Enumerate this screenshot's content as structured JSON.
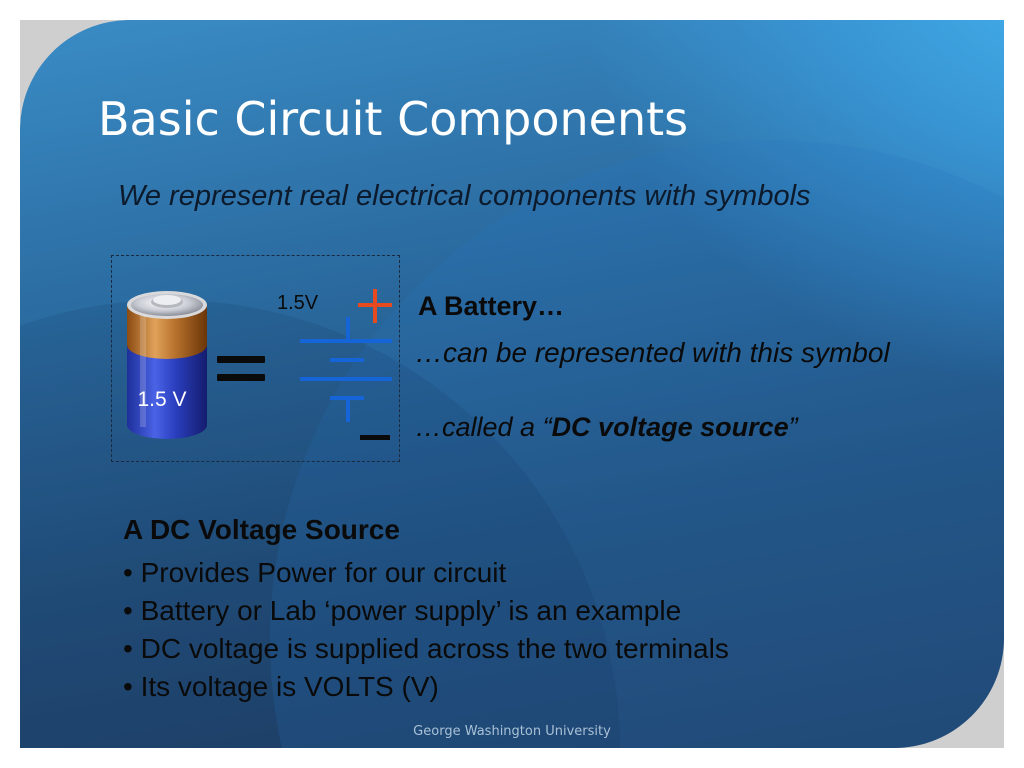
{
  "slide": {
    "title": "Basic Circuit Components",
    "subtitle": "We represent real electrical components with symbols",
    "battery_label": "1.5 V",
    "source_voltage_label": "1.5V",
    "a_battery": "A Battery…",
    "represented_text": "…can be represented with this symbol",
    "called_prefix": "…called a “",
    "called_bold": "DC voltage source",
    "called_suffix": "”",
    "section_heading": "A DC Voltage Source",
    "bullets": [
      "Provides Power for our circuit",
      "Battery or Lab ‘power supply’ is an example",
      "DC voltage is supplied across the two terminals",
      "Its voltage is VOLTS (V)"
    ],
    "footer": "George Washington University"
  },
  "colors": {
    "symbol_blue": "#1565d8",
    "plus_red": "#e84a1f",
    "title_white": "#ffffff"
  }
}
